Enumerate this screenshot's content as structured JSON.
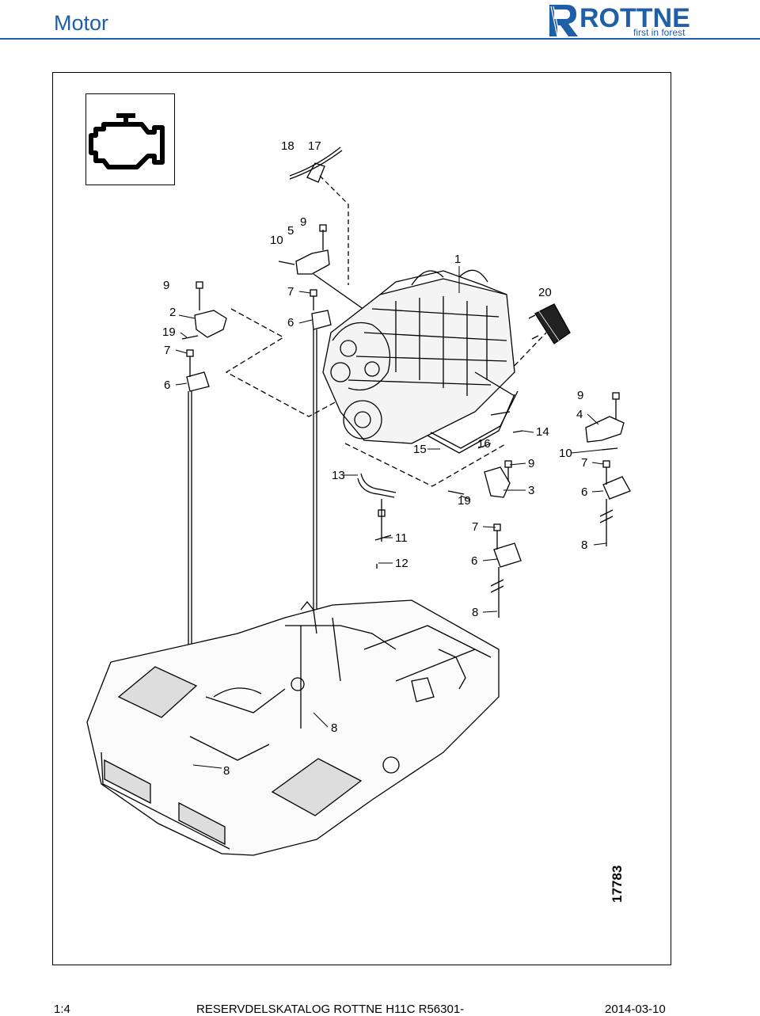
{
  "header": {
    "title": "Motor",
    "logo_text": "ROTTNE",
    "logo_tagline": "first in forest",
    "accent_color": "#1f5fa8"
  },
  "section_icon": "engine-warning-icon",
  "diagram": {
    "figure_number": "17783",
    "callouts": {
      "c18": "18",
      "c17": "17",
      "c9a": "9",
      "c5": "5",
      "c10a": "10",
      "c1": "1",
      "c9b": "9",
      "c7a": "7",
      "c20": "20",
      "c2": "2",
      "c19a": "19",
      "c6a": "6",
      "c7b": "7",
      "c6b": "6",
      "c9c": "9",
      "c4": "4",
      "c14": "14",
      "c16": "16",
      "c15": "15",
      "c10b": "10",
      "c7c": "7",
      "c9d": "9",
      "c13": "13",
      "c3": "3",
      "c19b": "19",
      "c6c": "6",
      "c7d": "7",
      "c11": "11",
      "c8a": "8",
      "c12": "12",
      "c6d": "6",
      "c8b": "8",
      "c8c": "8",
      "c8d": "8"
    }
  },
  "footer": {
    "scale": "1:4",
    "catalog": "RESERVDELSKATALOG ROTTNE H11C R56301-",
    "date": "2014-03-10"
  }
}
